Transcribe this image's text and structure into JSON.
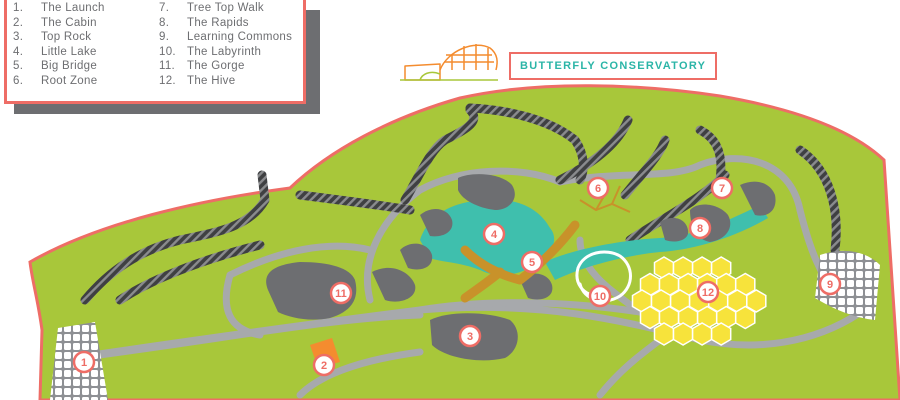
{
  "legend": {
    "items": [
      {
        "num": "1.",
        "name": "The Launch"
      },
      {
        "num": "2.",
        "name": "The Cabin"
      },
      {
        "num": "3.",
        "name": "Top Rock"
      },
      {
        "num": "4.",
        "name": "Little Lake"
      },
      {
        "num": "5.",
        "name": "Big Bridge"
      },
      {
        "num": "6.",
        "name": "Root Zone"
      },
      {
        "num": "7.",
        "name": "Tree Top Walk"
      },
      {
        "num": "8.",
        "name": "The Rapids"
      },
      {
        "num": "9.",
        "name": "Learning Commons"
      },
      {
        "num": "10.",
        "name": "The Labyrinth"
      },
      {
        "num": "11.",
        "name": "The Gorge"
      },
      {
        "num": "12.",
        "name": "The Hive"
      }
    ]
  },
  "conservatory": {
    "label": "BUTTERFLY CONSERVATORY"
  },
  "markers": [
    {
      "label": "1"
    },
    {
      "label": "2"
    },
    {
      "label": "3"
    },
    {
      "label": "4"
    },
    {
      "label": "5"
    },
    {
      "label": "6"
    },
    {
      "label": "7"
    },
    {
      "label": "8"
    },
    {
      "label": "9"
    },
    {
      "label": "10"
    },
    {
      "label": "11"
    },
    {
      "label": "12"
    }
  ],
  "colors": {
    "grass": "#a8c73a",
    "border": "#ee6d66",
    "path": "#a7a9ac",
    "trail": "#58595b",
    "rock": "#6d6e71",
    "water": "#3fbfad",
    "bridge": "#c8922a",
    "hive": "#f7e33b",
    "text": "#6d6e71",
    "accent": "#2bb5a7"
  }
}
